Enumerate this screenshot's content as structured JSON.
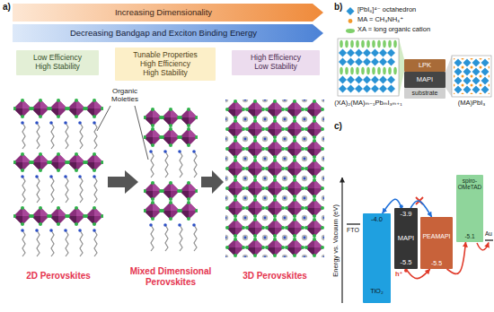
{
  "diagram": {
    "nodes": [
      {
        "text": [
          "Increasing Dimensionality"
        ]
      },
      {
        "text": [
          "Decreasing Bandgap and Exciton Binding Energy"
        ]
      },
      {
        "text": [
          "Low Efficiency High Stability"
        ]
      },
      {
        "text": [
          "Tunable Properties High Efficiency High Stability"
        ]
      },
      {
        "text": [
          "High Efficiency Low Stability"
        ]
      },
      {
        "text": [
          "LPK"
        ]
      },
      {
        "text": [
          "MAPI"
        ]
      },
      {
        "text": [
          "substrate"
        ]
      },
      {
        "text": [
          "-4.0",
          "TiO₂"
        ]
      },
      {
        "text": [
          "-3.9",
          "MAPI",
          "-5.5"
        ]
      },
      {
        "text": [
          "PEAMAPI",
          "-5.5"
        ]
      },
      {
        "text": [
          "spiro-OMeTAD",
          "-5.1"
        ]
      }
    ],
    "edges": [
      {
        "from": 9,
        "to": 8,
        "arrow": "to"
      },
      {
        "from": 9,
        "to": 10,
        "arrow": "to"
      },
      {
        "from": 9,
        "to": 10,
        "arrow": "to"
      },
      {
        "from": 10,
        "to": 11,
        "arrow": "to"
      }
    ],
    "labels": [
      "a)",
      "Organic Moieties",
      "2D Perovskites",
      "Mixed Dimensional Perovskites",
      "3D Perovskites",
      "b)",
      "(XA)₂(MA)ₘ₋₁PbₘI₃ₘ₊₁",
      "(MA)PbI₃",
      "c)",
      "Energy vs. Vacuum (eV)",
      "FTO",
      "h⁺",
      "Au"
    ],
    "legend": [
      {
        "text": "[PbI₆]⁴⁻ octahedron"
      },
      {
        "text": "MA = CH₃NH₃⁺"
      },
      {
        "text": "XA = long organic cation"
      }
    ]
  }
}
